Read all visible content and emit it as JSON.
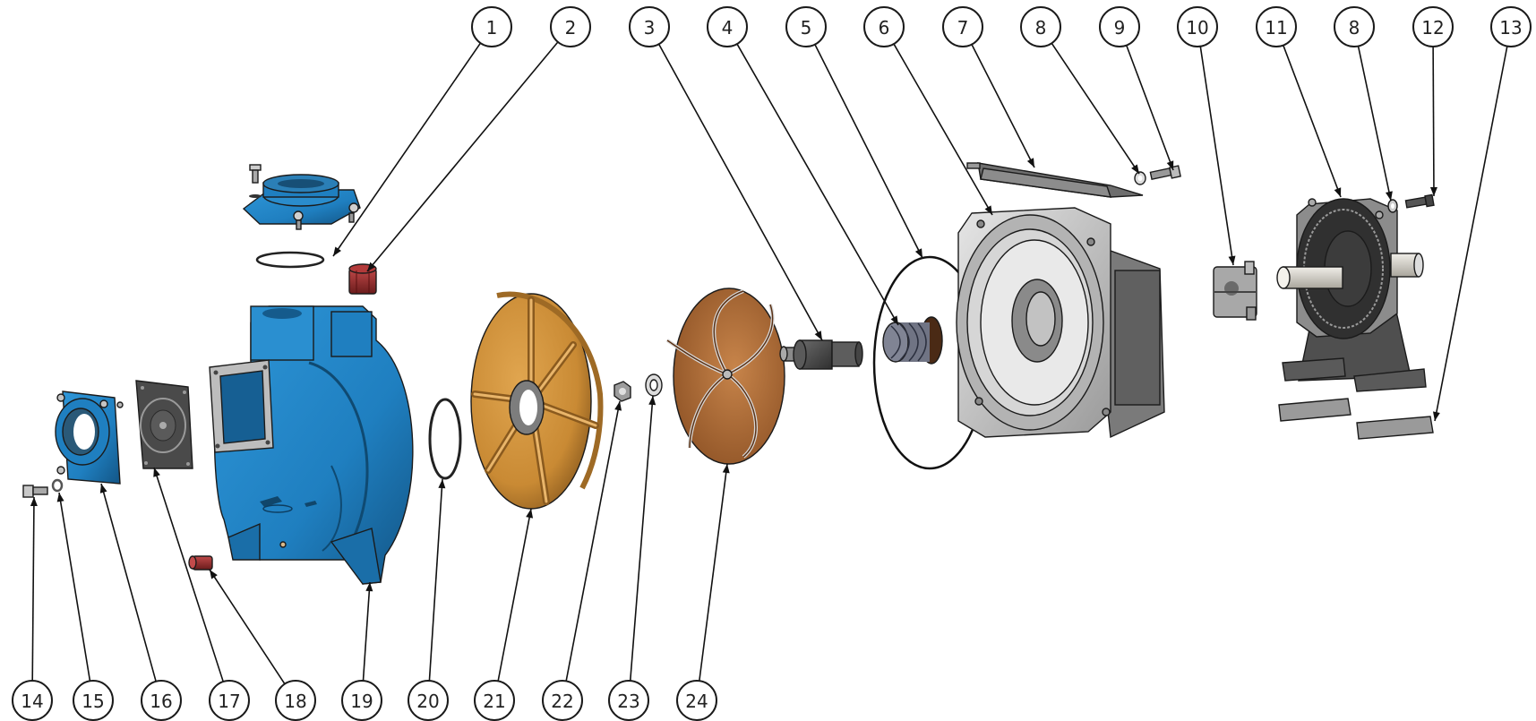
{
  "diagram": {
    "title": "Pump exploded view",
    "type": "exploded-assembly",
    "colors": {
      "casing_blue": "#1f7fc0",
      "casing_blue_dark": "#15598a",
      "bronze": "#c98a34",
      "bronze_dark": "#8a5a1e",
      "steel_light": "#cfcfcf",
      "steel_mid": "#8f8f8f",
      "steel_dark": "#4a4a4a",
      "plug_red": "#9b2c2c",
      "gasket_dark": "#3d3d3d"
    },
    "callouts": [
      {
        "id": "c1",
        "label": "1"
      },
      {
        "id": "c2",
        "label": "2"
      },
      {
        "id": "c3",
        "label": "3"
      },
      {
        "id": "c4",
        "label": "4"
      },
      {
        "id": "c5",
        "label": "5"
      },
      {
        "id": "c6",
        "label": "6"
      },
      {
        "id": "c7",
        "label": "7"
      },
      {
        "id": "c8a",
        "label": "8"
      },
      {
        "id": "c9",
        "label": "9"
      },
      {
        "id": "c10",
        "label": "10"
      },
      {
        "id": "c11",
        "label": "11"
      },
      {
        "id": "c8b",
        "label": "8"
      },
      {
        "id": "c12",
        "label": "12"
      },
      {
        "id": "c13",
        "label": "13"
      },
      {
        "id": "c14",
        "label": "14"
      },
      {
        "id": "c15",
        "label": "15"
      },
      {
        "id": "c16",
        "label": "16"
      },
      {
        "id": "c17",
        "label": "17"
      },
      {
        "id": "c18",
        "label": "18"
      },
      {
        "id": "c19",
        "label": "19"
      },
      {
        "id": "c20",
        "label": "20"
      },
      {
        "id": "c21",
        "label": "21"
      },
      {
        "id": "c22",
        "label": "22"
      },
      {
        "id": "c23",
        "label": "23"
      },
      {
        "id": "c24",
        "label": "24"
      }
    ],
    "parts": [
      {
        "id": "fill-cover",
        "description": "Fill port cover with bolt and washer"
      },
      {
        "id": "fill-cover-o-ring",
        "callout": "1"
      },
      {
        "id": "drain-plug-top",
        "callout": "2"
      },
      {
        "id": "mechanical-seal-shaft-sleeve",
        "callout": "3"
      },
      {
        "id": "mechanical-seal",
        "callout": "4"
      },
      {
        "id": "backplate-o-ring",
        "callout": "5"
      },
      {
        "id": "backplate-adapter",
        "callout": "6"
      },
      {
        "id": "guard",
        "callout": "7"
      },
      {
        "id": "washer",
        "callout": "8"
      },
      {
        "id": "guard-screw",
        "callout": "9"
      },
      {
        "id": "shaft-coupling",
        "callout": "10"
      },
      {
        "id": "bearing-pedestal",
        "callout": "11"
      },
      {
        "id": "pedestal-bolt",
        "callout": "12"
      },
      {
        "id": "shims",
        "callout": "13"
      },
      {
        "id": "flange-bolt",
        "callout": "14"
      },
      {
        "id": "flange-washer",
        "callout": "15"
      },
      {
        "id": "suction-flange",
        "callout": "16"
      },
      {
        "id": "check-valve-gasket",
        "callout": "17"
      },
      {
        "id": "drain-plug-bottom",
        "callout": "18"
      },
      {
        "id": "pump-casing",
        "callout": "19"
      },
      {
        "id": "wear-plate-o-ring",
        "callout": "20"
      },
      {
        "id": "wear-plate",
        "callout": "21"
      },
      {
        "id": "impeller-nut",
        "callout": "22"
      },
      {
        "id": "impeller-washer",
        "callout": "23"
      },
      {
        "id": "impeller",
        "callout": "24"
      }
    ]
  }
}
